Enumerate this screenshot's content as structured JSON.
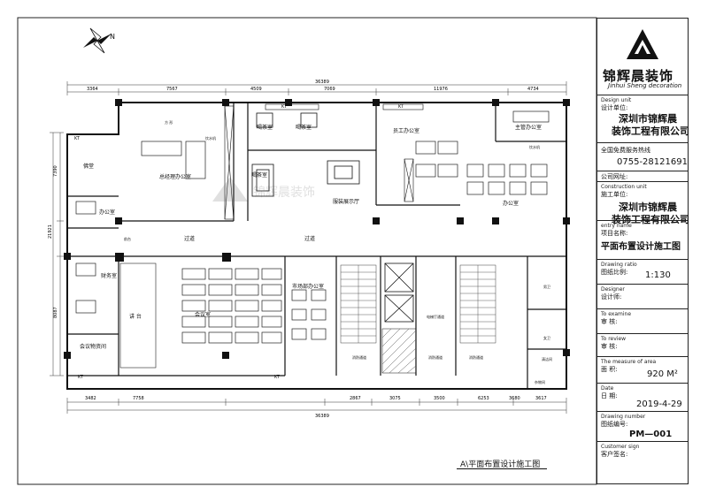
{
  "plan": {
    "caption": "A\\平面布置设计施工图",
    "top_dimensions": [
      "3364",
      "7567",
      "4509",
      "7069",
      "11976",
      "4734"
    ],
    "top_total": "36389",
    "bottom_dimensions": [
      "3482",
      "7758",
      "2867",
      "3075",
      "3500",
      "6253",
      "3680",
      "3617"
    ],
    "bottom_total": "36389",
    "left_dimensions": [
      "7390",
      "8087",
      "21921"
    ],
    "rooms": {
      "buddha": "佛堂",
      "office_small": "办公室",
      "finance": "财务室",
      "meeting_storage": "会议物资间",
      "gm_office": "总经理办公室",
      "tea1": "喝茶室",
      "tea2": "喝茶室",
      "tea3": "喝茶室",
      "showroom": "服装展示厅",
      "staff_office": "员工办公室",
      "manager_office": "主管办公室",
      "office_right": "办公室",
      "corridor1": "过道",
      "corridor2": "过道",
      "podium": "讲 台",
      "meeting_room": "会议室",
      "marketing": "市场部办公室",
      "stair1": "消防通道",
      "stair2": "消防通道",
      "stair3": "消防通道",
      "elevator_hall": "电梯厅通道",
      "maleWC": "男卫",
      "femaleWC": "女卫",
      "cleaning": "清洁间",
      "storage": "杂物间",
      "front_desk": "前台",
      "gm_label": "方 形",
      "drinker": "饮水机",
      "drinker2": "饮水机",
      "kt": "KT"
    }
  },
  "titleblock": {
    "logo_cn": "锦辉晨装饰",
    "logo_en": "Jinhui Sheng decoration",
    "design_unit_en": "Design unit",
    "design_unit_cn": "设计单位:",
    "design_company": [
      "深圳市锦辉晨",
      "装饰工程有限公司"
    ],
    "hotline_label": "全国免费服务热线",
    "hotline": "0755-28121691",
    "website_label": "公司网址:",
    "construction_en": "Construction unit",
    "construction_cn": "施工单位:",
    "construction_company": [
      "深圳市锦辉晨",
      "装饰工程有限公司"
    ],
    "entry_en": "entry name",
    "entry_cn": "项目名称:",
    "entry_value": "平面布置设计施工图",
    "ratio_en": "Drawing ratio",
    "ratio_cn": "图纸比例:",
    "ratio_value": "1:130",
    "designer_en": "Designer",
    "designer_cn": "设计师:",
    "examine_en": "To examine",
    "examine_cn": "审 核:",
    "review_en": "To review",
    "review_cn": "审 核:",
    "area_en": "The measure of area",
    "area_cn": "面 积:",
    "area_value": "920 M²",
    "date_en": "Date",
    "date_cn": "日 期:",
    "date_value": "2019-4-29",
    "number_en": "Drawing number",
    "number_cn": "图纸编号:",
    "number_value": "PM—001",
    "customer_en": "Customer sign",
    "customer_cn": "客户签名:"
  },
  "colors": {
    "line": "#1a1a1a",
    "fill": "#2a2a2a",
    "hatch": "#555555"
  },
  "icons": [
    "north-arrow-icon",
    "logo-mountain-icon"
  ]
}
